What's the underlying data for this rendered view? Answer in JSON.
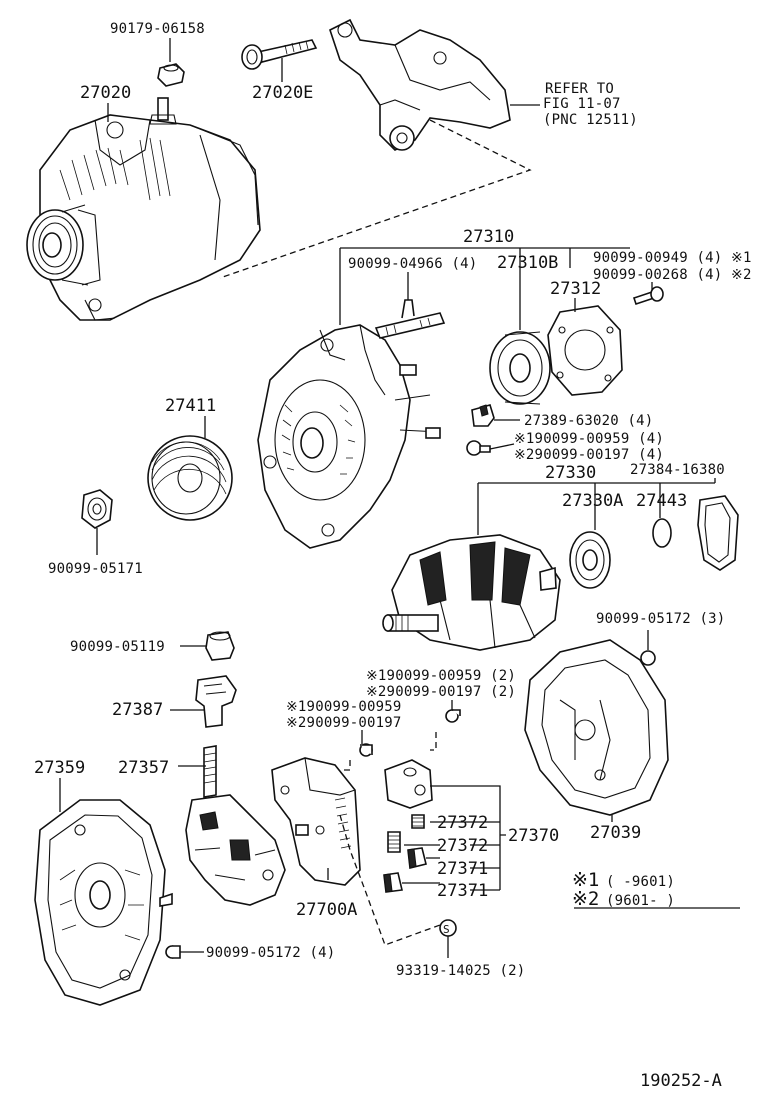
{
  "labels": {
    "p27020": "27020",
    "p90179_06158": "90179-06158",
    "p27020E": "27020E",
    "refer_line1": "REFER TO",
    "refer_line2": "FIG 11-07",
    "refer_line3": "(PNC 12511)",
    "p27310": "27310",
    "p90099_04966": "90099-04966 (4)",
    "p27310B": "27310B",
    "p90099_00949": "90099-00949 (4) ※1",
    "p90099_00268": "90099-00268 (4) ※2",
    "p27312": "27312",
    "p27411": "27411",
    "p27389_63020": "27389-63020 (4)",
    "p190099_00959_4": "※190099-00959 (4)",
    "p290099_00197_4": "※290099-00197 (4)",
    "p27330": "27330",
    "p27384_16380": "27384-16380",
    "p27330A": "27330A",
    "p27443": "27443",
    "p90099_05171": "90099-05171",
    "p90099_05172_3": "90099-05172 (3)",
    "p90099_05119": "90099-05119",
    "p190099_00959_2": "※190099-00959 (2)",
    "p290099_00197_2": "※290099-00197 (2)",
    "p27387": "27387",
    "p190099_00959": "※190099-00959",
    "p290099_00197": "※290099-00197",
    "p27359": "27359",
    "p27357": "27357",
    "p27372a": "27372",
    "p27372b": "27372",
    "p27370": "27370",
    "p27371a": "27371",
    "p27371b": "27371",
    "p27039": "27039",
    "p27700A": "27700A",
    "p90099_05172_4": "90099-05172 (4)",
    "p93319_14025": "93319-14025 (2)",
    "note1_mark": "※1",
    "note1_text": "(      -9601)",
    "note2_mark": "※2",
    "note2_text": "(9601-      )",
    "figure_id": "190252-A"
  }
}
